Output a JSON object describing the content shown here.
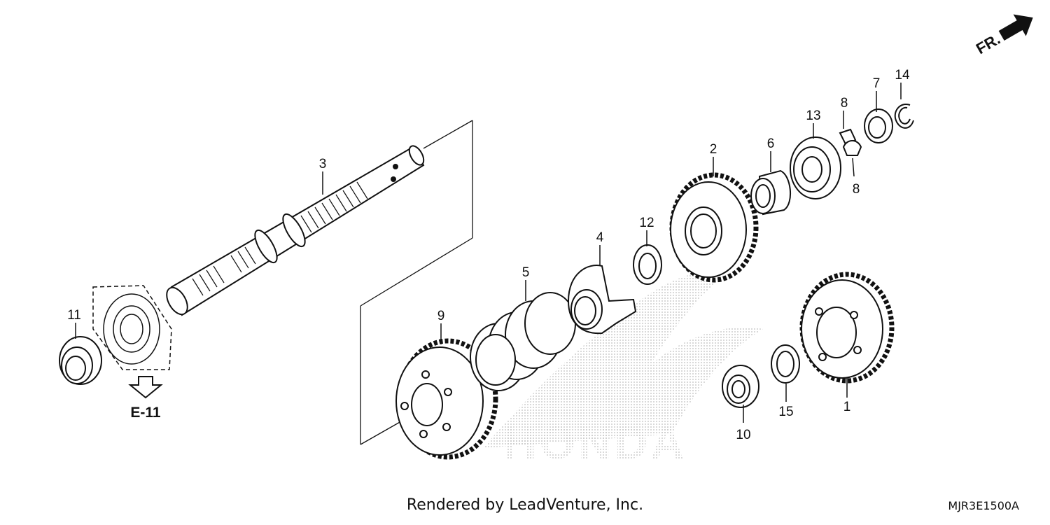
{
  "callouts": [
    {
      "id": "c1",
      "text": "1"
    },
    {
      "id": "c2",
      "text": "2"
    },
    {
      "id": "c3",
      "text": "3"
    },
    {
      "id": "c4",
      "text": "4"
    },
    {
      "id": "c5",
      "text": "5"
    },
    {
      "id": "c6",
      "text": "6"
    },
    {
      "id": "c7",
      "text": "7"
    },
    {
      "id": "c8a",
      "text": "8"
    },
    {
      "id": "c8b",
      "text": "8"
    },
    {
      "id": "c9",
      "text": "9"
    },
    {
      "id": "c10",
      "text": "10"
    },
    {
      "id": "c11",
      "text": "11"
    },
    {
      "id": "c12",
      "text": "12"
    },
    {
      "id": "c13",
      "text": "13"
    },
    {
      "id": "c14",
      "text": "14"
    },
    {
      "id": "c15",
      "text": "15"
    }
  ],
  "reference_label": "E-11",
  "front_indicator": "FR.",
  "watermark": "HONDA",
  "credit": "Rendered by LeadVenture, Inc.",
  "diagram_code": "MJR3E1500A",
  "colors": {
    "line": "#111111",
    "watermark": "#bdbdbd",
    "background": "#ffffff"
  }
}
